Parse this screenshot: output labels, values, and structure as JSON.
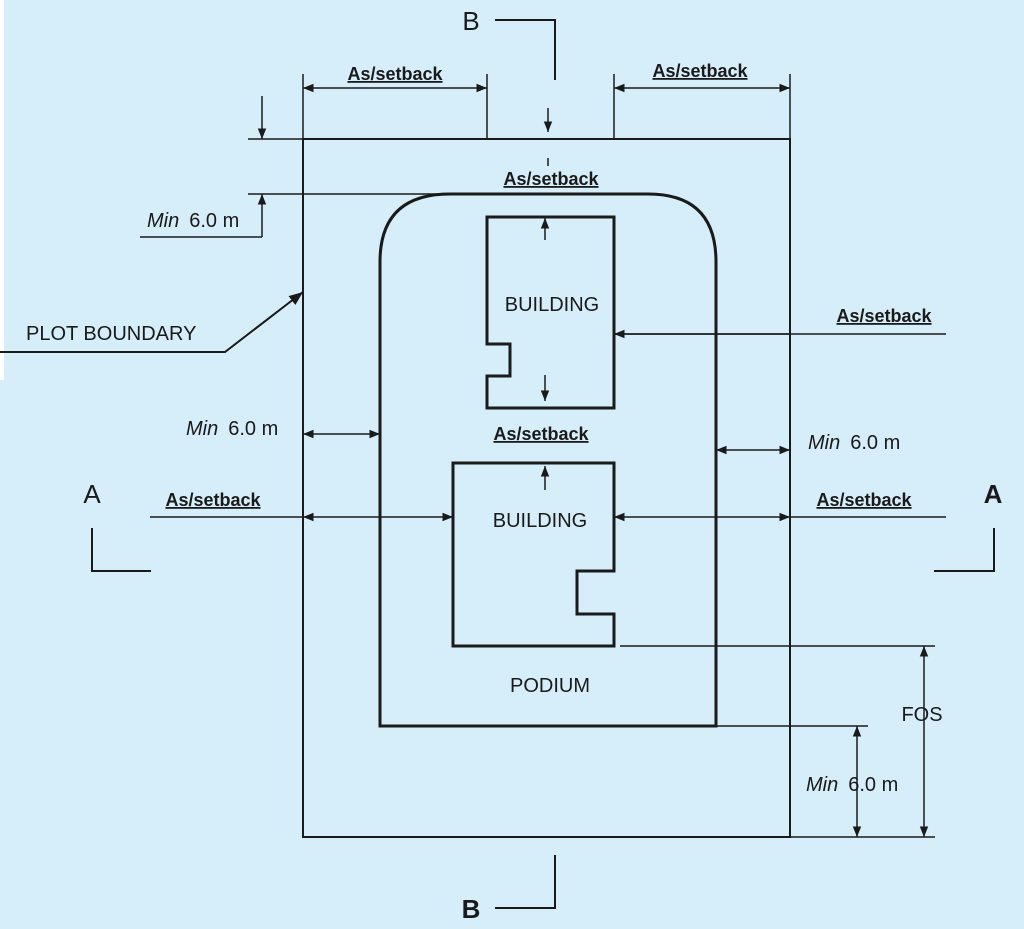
{
  "labels": {
    "setback": "As/setback",
    "plot_boundary": "PLOT BOUNDARY",
    "building": "BUILDING",
    "podium": "PODIUM",
    "fos": "FOS",
    "min_word": "Min",
    "min_value": "6.0 m",
    "section_a": "A",
    "section_b": "B"
  },
  "colors": {
    "background": "#d6eef9",
    "line": "#1a1a1a"
  }
}
